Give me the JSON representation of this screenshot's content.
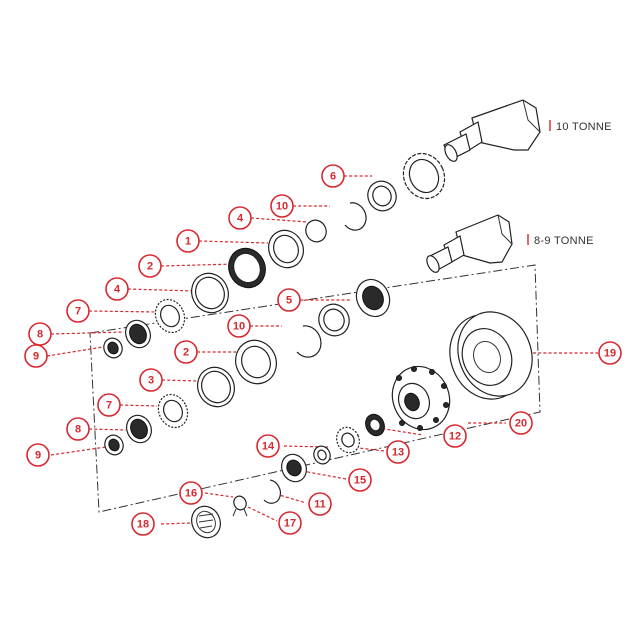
{
  "colors": {
    "accent": "#d7282f",
    "line_art": "#222222",
    "label_text": "#333333",
    "background": "#ffffff"
  },
  "models": {
    "ten_tonne": "10 TONNE",
    "eight_nine_tonne": "8-9 TONNE"
  },
  "callouts": {
    "c6": "6",
    "c10a": "10",
    "c4a": "4",
    "c1": "1",
    "c2a": "2",
    "c4b": "4",
    "c7a": "7",
    "c8a": "8",
    "c9a": "9",
    "c5": "5",
    "c10b": "10",
    "c2b": "2",
    "c3": "3",
    "c7b": "7",
    "c8b": "8",
    "c9b": "9",
    "c19": "19",
    "c20": "20",
    "c12": "12",
    "c13": "13",
    "c14": "14",
    "c15": "15",
    "c11": "11",
    "c16": "16",
    "c17": "17",
    "c18": "18"
  }
}
